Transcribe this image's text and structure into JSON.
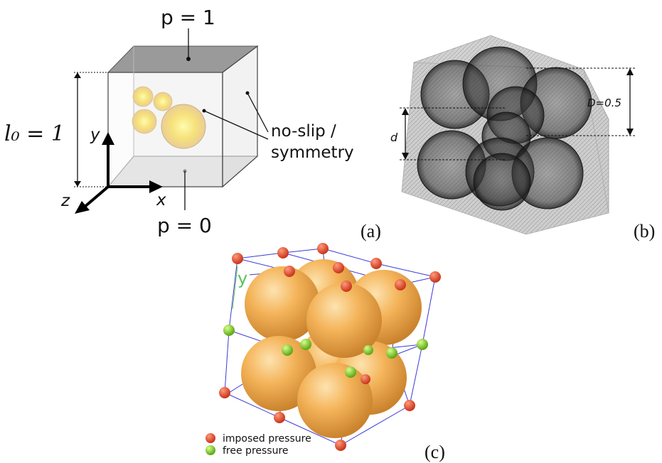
{
  "panel_a": {
    "p_top": "p = 1",
    "p_bottom": "p = 0",
    "length": "l₀ = 1",
    "wall_label_line1": "no-slip /",
    "wall_label_line2": "symmetry",
    "axis_y": "y",
    "axis_x": "x",
    "axis_z": "z",
    "caption": "(a)"
  },
  "panel_b": {
    "diameter_label": "D=0.5",
    "spacing_label": "d",
    "caption": "(b)"
  },
  "panel_c": {
    "axis_y": "y",
    "legend": [
      {
        "label": "imposed pressure",
        "color": "#e0472a"
      },
      {
        "label": "free pressure",
        "color": "#7ed321"
      }
    ],
    "caption": "(c)"
  },
  "colors": {
    "sphere_fill": "#f2b55c",
    "sphere_glow": "#fff59a",
    "cell_lines": "#3a3ad6",
    "dark_face": "#8c8c8c",
    "light_face": "#d9d9d9"
  }
}
